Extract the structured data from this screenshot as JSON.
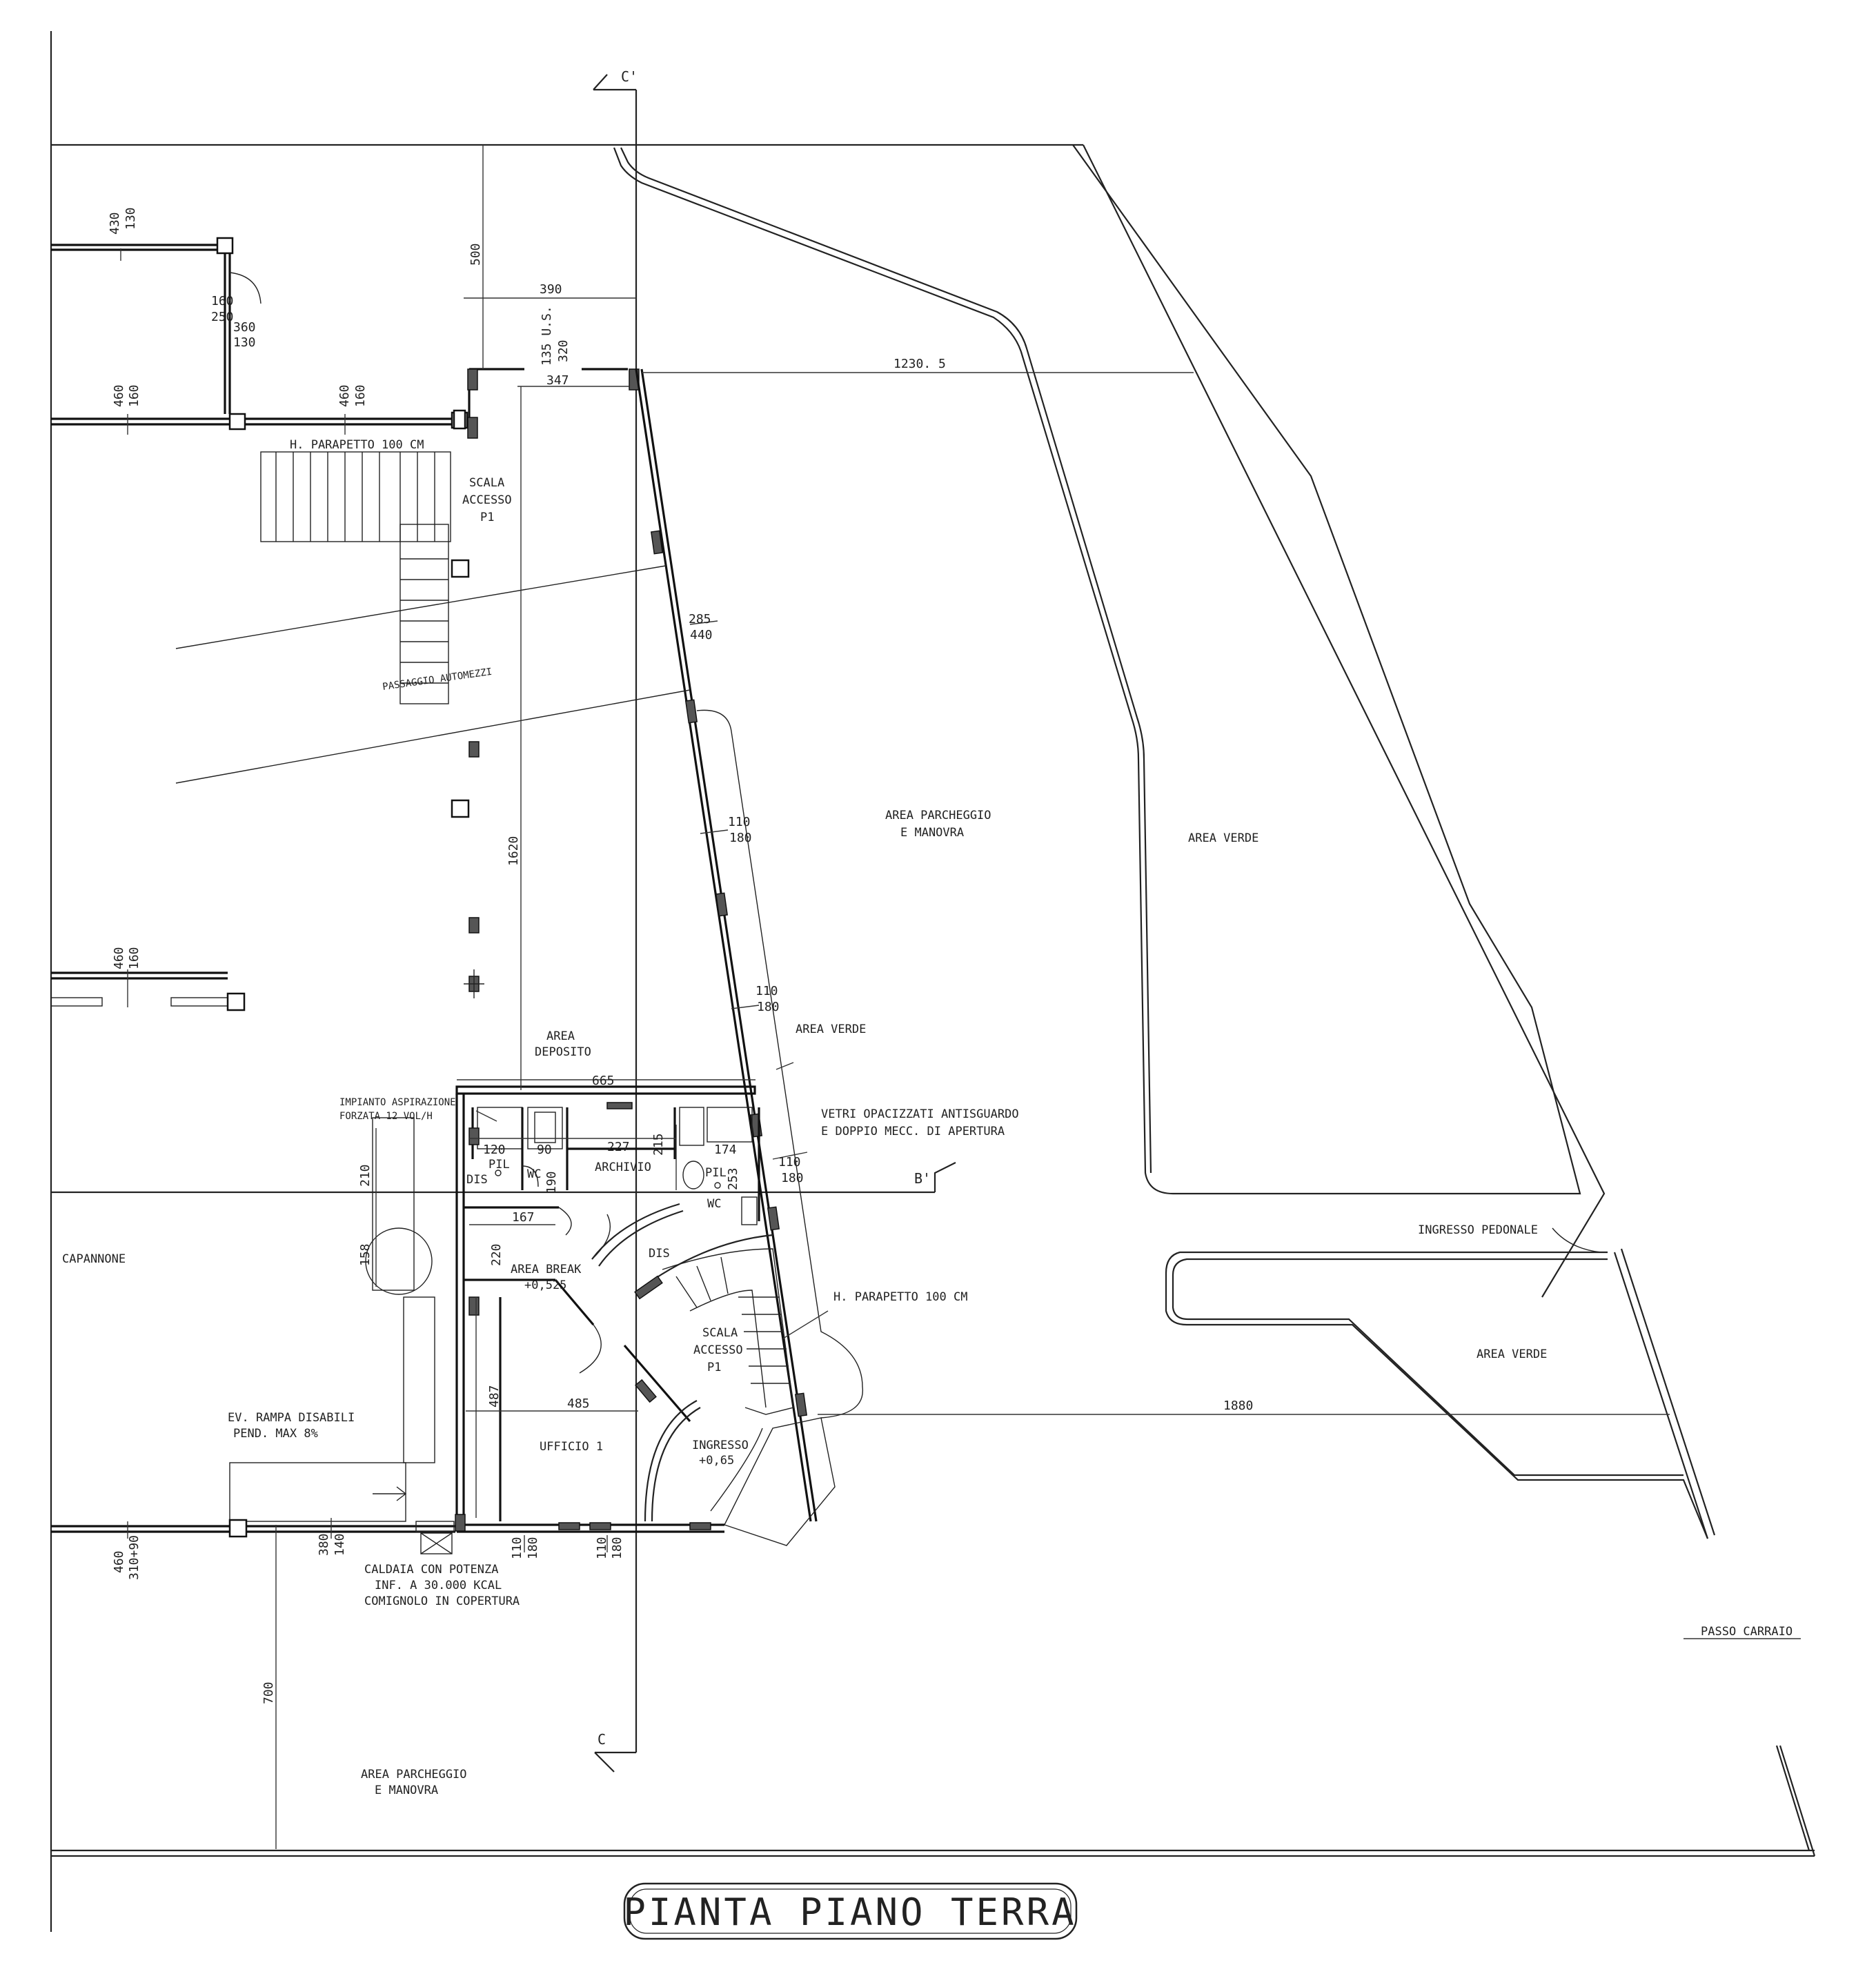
{
  "title": "PIANTA PIANO TERRA",
  "section_marks": {
    "c_top": "C'",
    "c_bottom": "C",
    "b_right": "B'"
  },
  "rooms": {
    "scala_top": "SCALA",
    "scala_top_2": "ACCESSO",
    "scala_top_3": "P1",
    "parapetto_top": "H. PARAPETTO 100 CM",
    "passaggio": "PASSAGGIO AUTOMEZZI",
    "area_parcheggio_1": "AREA PARCHEGGIO",
    "area_parcheggio_1b": "E MANOVRA",
    "area_verde_1": "AREA VERDE",
    "area_verde_2": "AREA VERDE",
    "area_verde_3": "AREA VERDE",
    "area_deposito": "AREA",
    "area_deposito_b": "DEPOSITO",
    "impianto_1": "IMPIANTO ASPIRAZIONE",
    "impianto_2": "FORZATA 12 VOL/H",
    "vetri_1": "VETRI OPACIZZATI ANTISGUARDO",
    "vetri_2": "E DOPPIO MECC. DI APERTURA",
    "archivio": "ARCHIVIO",
    "dis_1": "DIS",
    "dis_2": "DIS",
    "wc_1": "WC",
    "wc_2": "WC",
    "pil_1": "PIL",
    "pil_2": "PIL",
    "capannone": "CAPANNONE",
    "area_break": "AREA BREAK",
    "area_break_q": "+0,525",
    "parapetto_mid": "H. PARAPETTO 100 CM",
    "scala_mid": "SCALA",
    "scala_mid_2": "ACCESSO",
    "scala_mid_3": "P1",
    "ingresso_pedonale": "INGRESSO PEDONALE",
    "rampa_1": "EV. RAMPA DISABILI",
    "rampa_2": "PEND. MAX 8%",
    "ufficio": "UFFICIO 1",
    "ingresso": "INGRESSO",
    "ingresso_q": "+0,65",
    "caldaia_1": "CALDAIA CON POTENZA",
    "caldaia_2": "INF. A 30.000 KCAL",
    "caldaia_3": "COMIGNOLO IN COPERTURA",
    "passo_carraio": "PASSO CARRAIO",
    "area_parcheggio_2": "AREA PARCHEGGIO",
    "area_parcheggio_2b": "E MANOVRA"
  },
  "dims": {
    "d430": "430",
    "d130": "130",
    "d500": "500",
    "d390": "390",
    "d160a": "160",
    "d250": "250",
    "d360": "360",
    "d130b": "130",
    "d135": "135 U.S.",
    "d320": "320",
    "d347": "347",
    "d1230": "1230. 5",
    "d460a": "460",
    "d160b": "160",
    "d460b": "460",
    "d160c": "160",
    "d285": "285",
    "d440": "440",
    "d1620": "1620",
    "d110a": "110",
    "d180a": "180",
    "d460c": "460",
    "d160d": "160",
    "d110b": "110",
    "d180b": "180",
    "d665": "665",
    "d215": "215",
    "d120": "120",
    "d90": "90",
    "d227": "227",
    "d174": "174",
    "d253": "253",
    "d110c": "110",
    "d180c": "180",
    "d210": "210",
    "d190": "190",
    "d167": "167",
    "d220": "220",
    "d158": "158",
    "d487": "487",
    "d485": "485",
    "d1880": "1880",
    "d460d": "460",
    "d310": "310+90",
    "d380": "380",
    "d140": "140",
    "d110d": "110",
    "d180d": "180",
    "d110e": "110",
    "d180e": "180",
    "d700": "700"
  }
}
